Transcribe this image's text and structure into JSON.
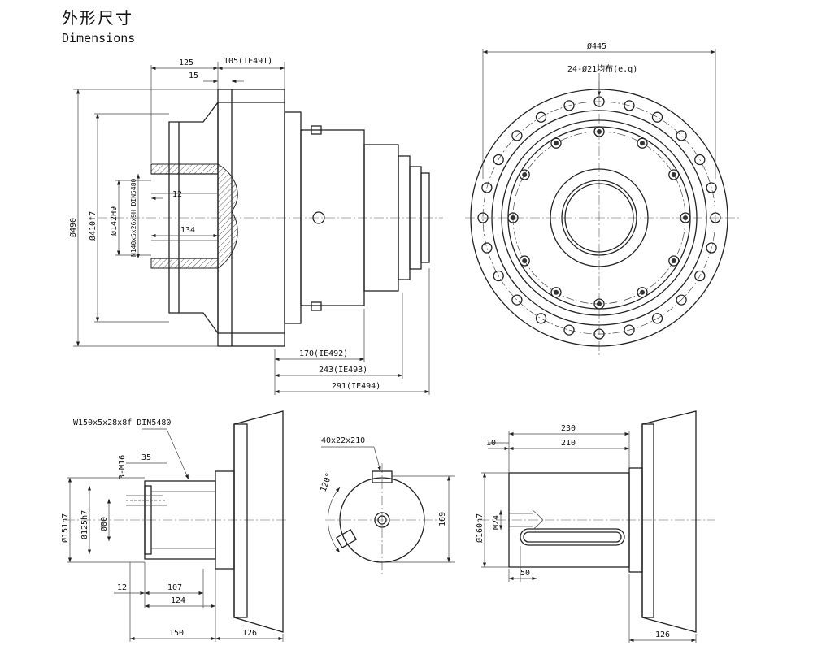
{
  "header": {
    "title_zh": "外形尺寸",
    "title_en": "Dimensions"
  },
  "side_view": {
    "dims": {
      "d125": "125",
      "d105": "105(IE491)",
      "d15": "15",
      "d490": "Ø490",
      "d410": "Ø410f7",
      "d142": "Ø142H9",
      "spline": "N140x5x26x9H DIN5480",
      "d12": "12",
      "d134": "134",
      "d170": "170(IE492)",
      "d243": "243(IE493)",
      "d291": "291(IE494)"
    }
  },
  "front_view": {
    "dims": {
      "d445": "Ø445",
      "holes": "24-Ø21均布(e.q)"
    }
  },
  "shaft_spline": {
    "dims": {
      "spline": "W150x5x28x8f DIN5480",
      "m16": "3-M16",
      "d35": "35",
      "d151": "Ø151h7",
      "d125": "Ø125h7",
      "d80": "Ø80",
      "d12": "12",
      "d107": "107",
      "d124": "124",
      "d150": "150",
      "d126": "126"
    }
  },
  "shaft_section": {
    "dims": {
      "key": "40x22x210",
      "angle": "120°",
      "d169": "169"
    }
  },
  "shaft_key": {
    "dims": {
      "d230": "230",
      "d10": "10",
      "d210": "210",
      "d160": "Ø160h7",
      "m24": "M24",
      "d50": "50",
      "d126": "126"
    }
  }
}
